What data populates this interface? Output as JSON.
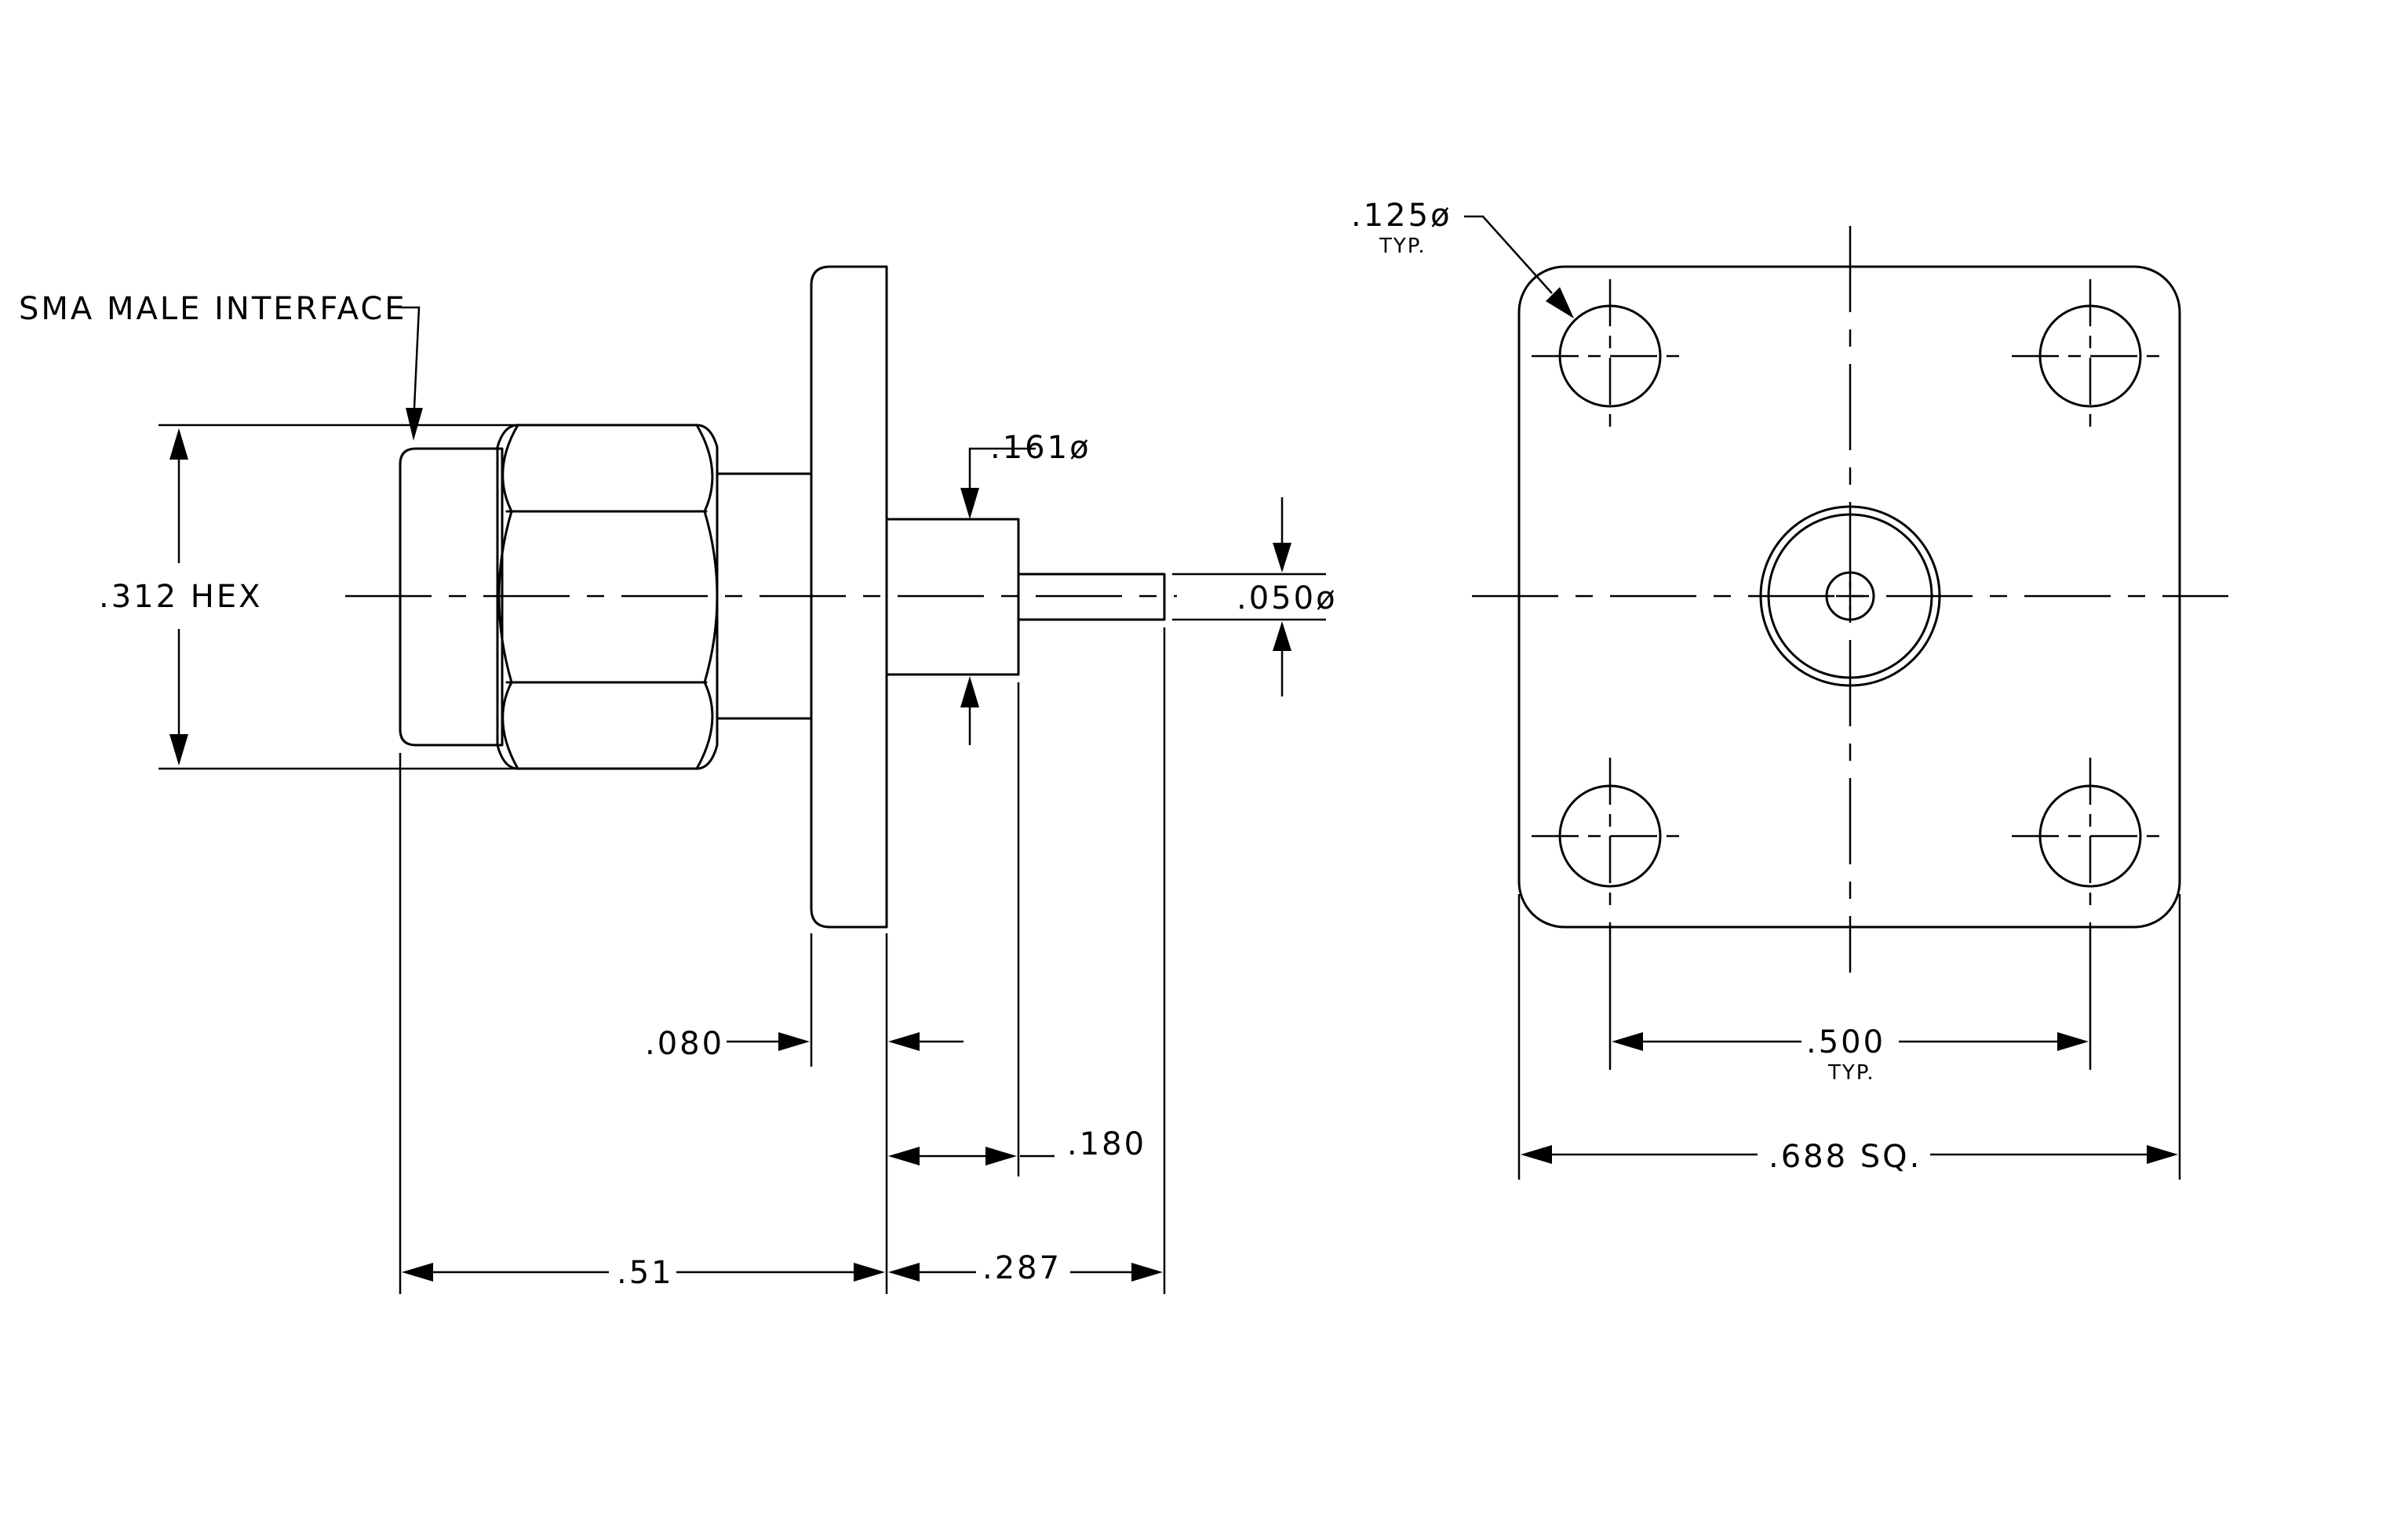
{
  "side_view": {
    "interface_label": "SMA MALE INTERFACE",
    "hex_label": ".312 HEX",
    "dim_161": ".161ø",
    "dim_050": ".050ø",
    "dim_080": ".080",
    "dim_180": ".180",
    "dim_051": ".51",
    "dim_287": ".287"
  },
  "front_view": {
    "hole_label": ".125ø",
    "hole_typ": "TYP.",
    "spacing_label": ".500",
    "spacing_typ": "TYP.",
    "square_label": ".688 SQ."
  }
}
